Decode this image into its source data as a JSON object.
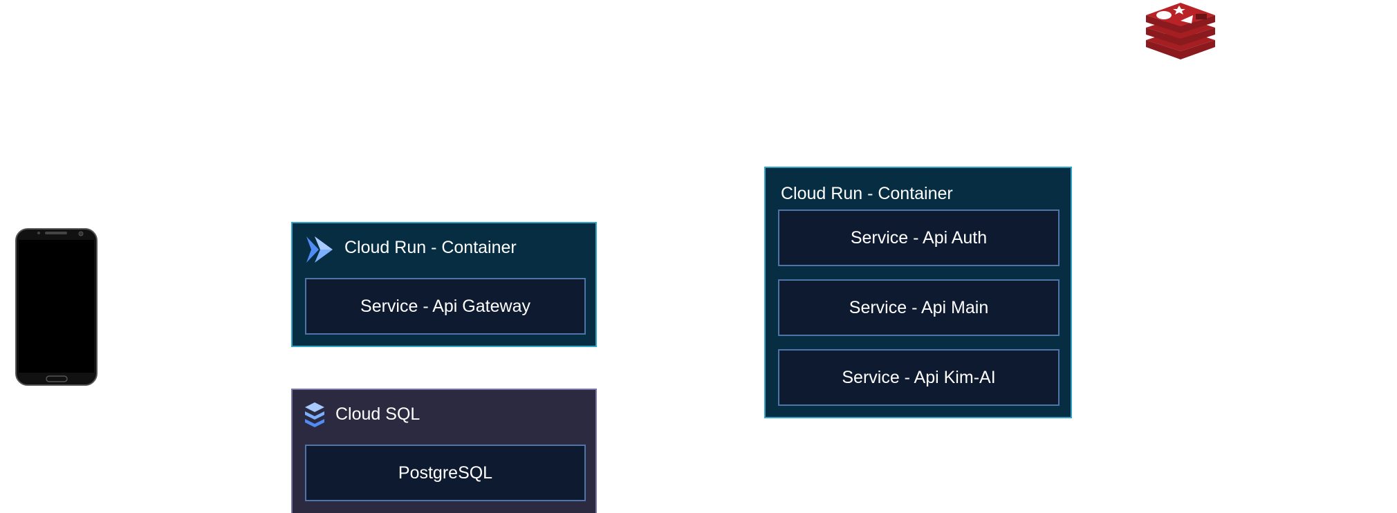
{
  "diagram": {
    "gateway_container": {
      "title": "Cloud Run - Container",
      "icon": "cloud-run-icon",
      "service": "Service - Api Gateway"
    },
    "sql_container": {
      "title": "Cloud SQL",
      "icon": "cloud-sql-icon",
      "database": "PostgreSQL"
    },
    "services_container": {
      "title": "Cloud Run - Container",
      "services": [
        "Service - Api Auth",
        "Service - Api Main",
        "Service - Api Kim-AI"
      ]
    },
    "client_device": "smartphone-icon",
    "cache": "redis-icon"
  },
  "colors": {
    "container_fill": "#062d42",
    "container_border": "#2fa3c8",
    "sql_fill": "#2c2a40",
    "sql_border": "#7a76a8",
    "service_fill": "#0e1a2f",
    "service_border": "#4f74a8",
    "redis": "#a41e22",
    "connector": "#ffffff"
  }
}
